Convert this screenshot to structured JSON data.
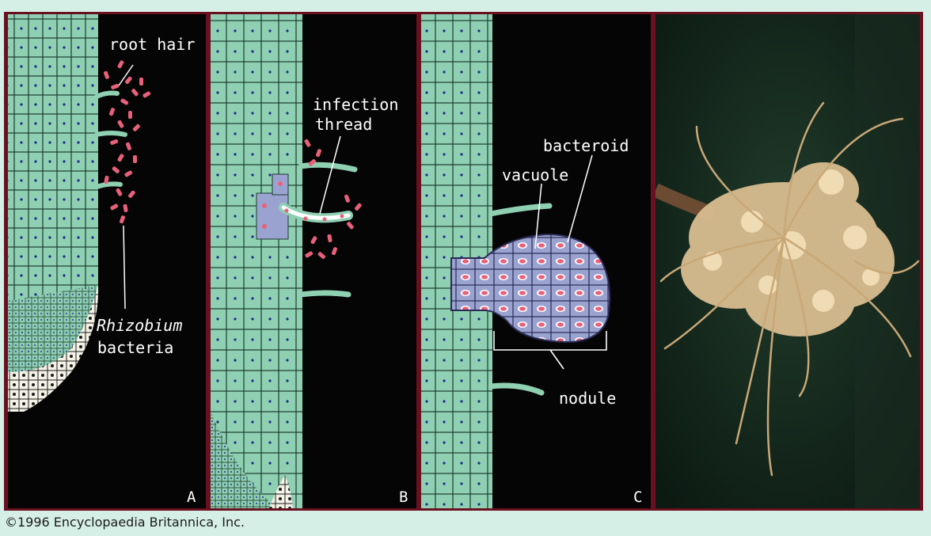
{
  "panels": {
    "a": {
      "letter": "A",
      "root_hair_label": "root hair",
      "rhizobium_label": "Rhizobium",
      "bacteria_label": "bacteria"
    },
    "b": {
      "letter": "B",
      "infection_label": "infection",
      "thread_label": "thread"
    },
    "c": {
      "letter": "C",
      "bacteroid_label": "bacteroid",
      "vacuole_label": "vacuole",
      "nodule_label": "nodule"
    }
  },
  "copyright": "©1996 Encyclopaedia Britannica, Inc.",
  "colors": {
    "background": "#d6efe6",
    "frame": "#6b1020",
    "panel_bg": "#050505",
    "cell_fill": "#8fd0b3",
    "cell_outline": "#1c3a30",
    "nucleus": "#1f2a88",
    "bacteria": "#e8607a",
    "infected_cell": "#9aa3cf",
    "root_photo": "#d8b98c"
  }
}
